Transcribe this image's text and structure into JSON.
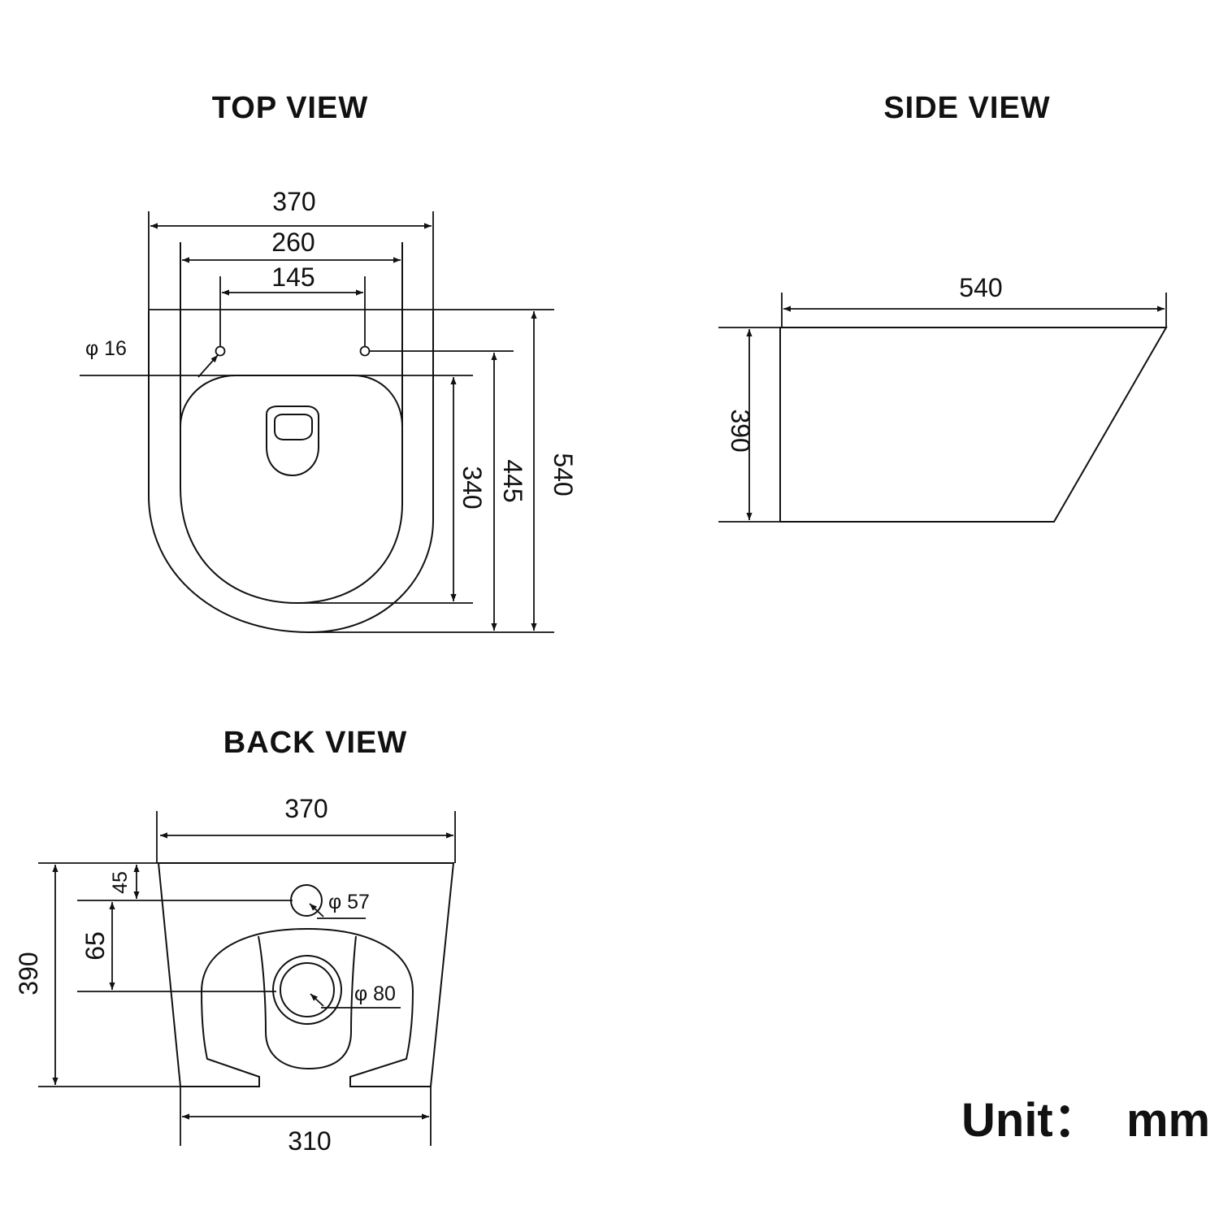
{
  "views": {
    "top": {
      "title": "TOP VIEW",
      "width_outer": "370",
      "width_seat": "260",
      "hole_spacing": "145",
      "hole_diameter": "φ 16",
      "depth_bowl": "340",
      "depth_holes": "445",
      "depth_total": "540"
    },
    "side": {
      "title": "SIDE VIEW",
      "length": "540",
      "height": "390"
    },
    "back": {
      "title": "BACK VIEW",
      "width_top": "370",
      "width_bottom": "310",
      "height": "390",
      "inlet_offset": "45",
      "outlet_spacing": "65",
      "inlet_diameter": "φ 57",
      "outlet_diameter": "φ 80"
    }
  },
  "unit_label": "Unit：  mm"
}
